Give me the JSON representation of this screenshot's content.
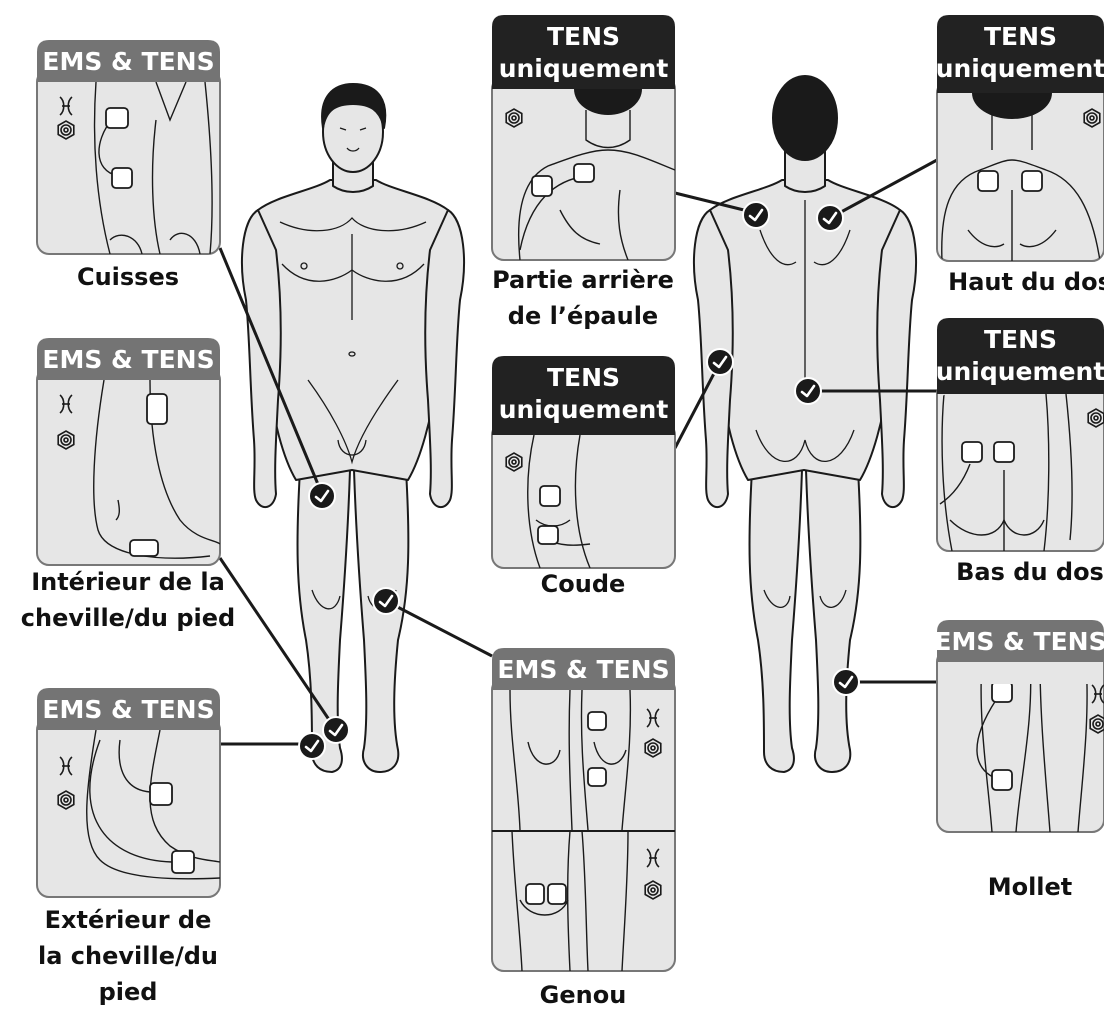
{
  "palette": {
    "badge_gray": "#747474",
    "badge_black": "#222222",
    "body_fill": "#e6e6e6",
    "outline": "#1a1a1a",
    "panel_fill": "#e6e6e6",
    "marker": "#1a1a1a"
  },
  "icons": {
    "ems": "ems-stimulation-icon",
    "tens": "tens-hexagon-icon",
    "marker": "check-marker-icon"
  },
  "panels": [
    {
      "id": "cuisses",
      "badge": "EMS & TENS",
      "badge_style": "gray",
      "caption": [
        "Cuisses"
      ],
      "icons": [
        "ems",
        "tens"
      ]
    },
    {
      "id": "cheville-int",
      "badge": "EMS & TENS",
      "badge_style": "gray",
      "caption": [
        "Intérieur de la",
        "cheville/du pied"
      ],
      "icons": [
        "ems",
        "tens"
      ]
    },
    {
      "id": "cheville-ext",
      "badge": "EMS & TENS",
      "badge_style": "gray",
      "caption": [
        "Extérieur de",
        "la cheville/du",
        "pied"
      ],
      "icons": [
        "ems",
        "tens"
      ]
    },
    {
      "id": "epaule",
      "badge": [
        "TENS",
        "uniquement"
      ],
      "badge_style": "black",
      "caption": [
        "Partie arrière",
        "de l’épaule"
      ],
      "icons": [
        "tens"
      ]
    },
    {
      "id": "coude",
      "badge": [
        "TENS",
        "uniquement"
      ],
      "badge_style": "black",
      "caption": [
        "Coude"
      ],
      "icons": [
        "tens"
      ]
    },
    {
      "id": "genou",
      "badge": "EMS & TENS",
      "badge_style": "gray",
      "caption": [
        "Genou"
      ],
      "icons": [
        "ems",
        "tens",
        "ems",
        "tens"
      ]
    },
    {
      "id": "haut-dos",
      "badge": [
        "TENS",
        "uniquement"
      ],
      "badge_style": "black",
      "caption": [
        "Haut du dos"
      ],
      "icons": [
        "tens"
      ]
    },
    {
      "id": "bas-dos",
      "badge": [
        "TENS",
        "uniquement"
      ],
      "badge_style": "black",
      "caption": [
        "Bas du dos"
      ],
      "icons": [
        "tens"
      ]
    },
    {
      "id": "mollet",
      "badge": "EMS & TENS",
      "badge_style": "gray",
      "caption": [
        "Mollet"
      ],
      "icons": [
        "ems",
        "tens"
      ]
    }
  ]
}
